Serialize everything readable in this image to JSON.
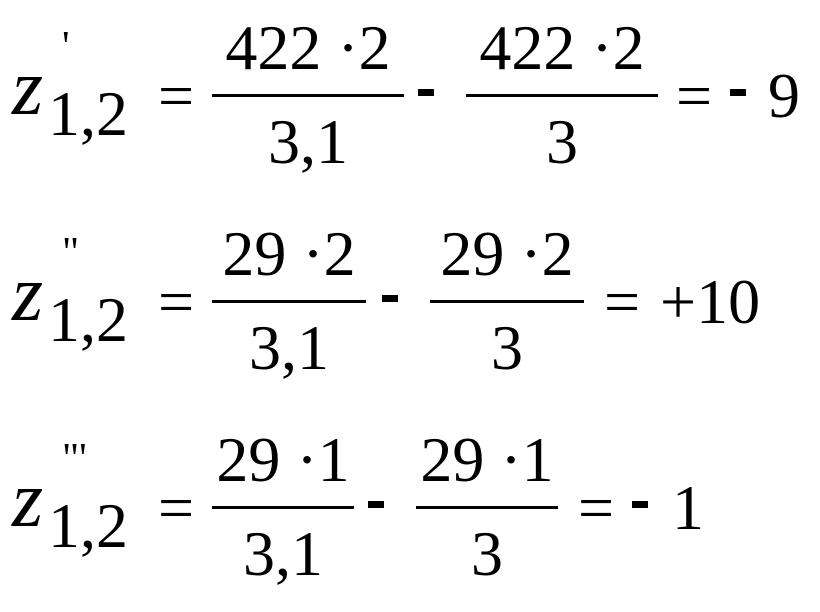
{
  "equations": [
    {
      "variable": "z",
      "prime": "'",
      "subscript": "1,2",
      "equals": "=",
      "fraction1": {
        "numerator": "422 ·2",
        "denominator": "3,1"
      },
      "operator": "-",
      "fraction2": {
        "numerator": "422 ·2",
        "denominator": "3"
      },
      "result_equals": "=",
      "result_sign": "-",
      "result_value": "9"
    },
    {
      "variable": "z",
      "prime": "\"",
      "subscript": "1,2",
      "equals": "=",
      "fraction1": {
        "numerator": "29 ·2",
        "denominator": "3,1"
      },
      "operator": "-",
      "fraction2": {
        "numerator": "29 ·2",
        "denominator": "3"
      },
      "result_equals": "=",
      "result_sign": "",
      "result_value": "+10"
    },
    {
      "variable": "z",
      "prime": "\"'",
      "subscript": "1,2",
      "equals": "=",
      "fraction1": {
        "numerator": "29 ·1",
        "denominator": "3,1"
      },
      "operator": "-",
      "fraction2": {
        "numerator": "29 ·1",
        "denominator": "3"
      },
      "result_equals": "=",
      "result_sign": "-",
      "result_value": "1"
    }
  ]
}
